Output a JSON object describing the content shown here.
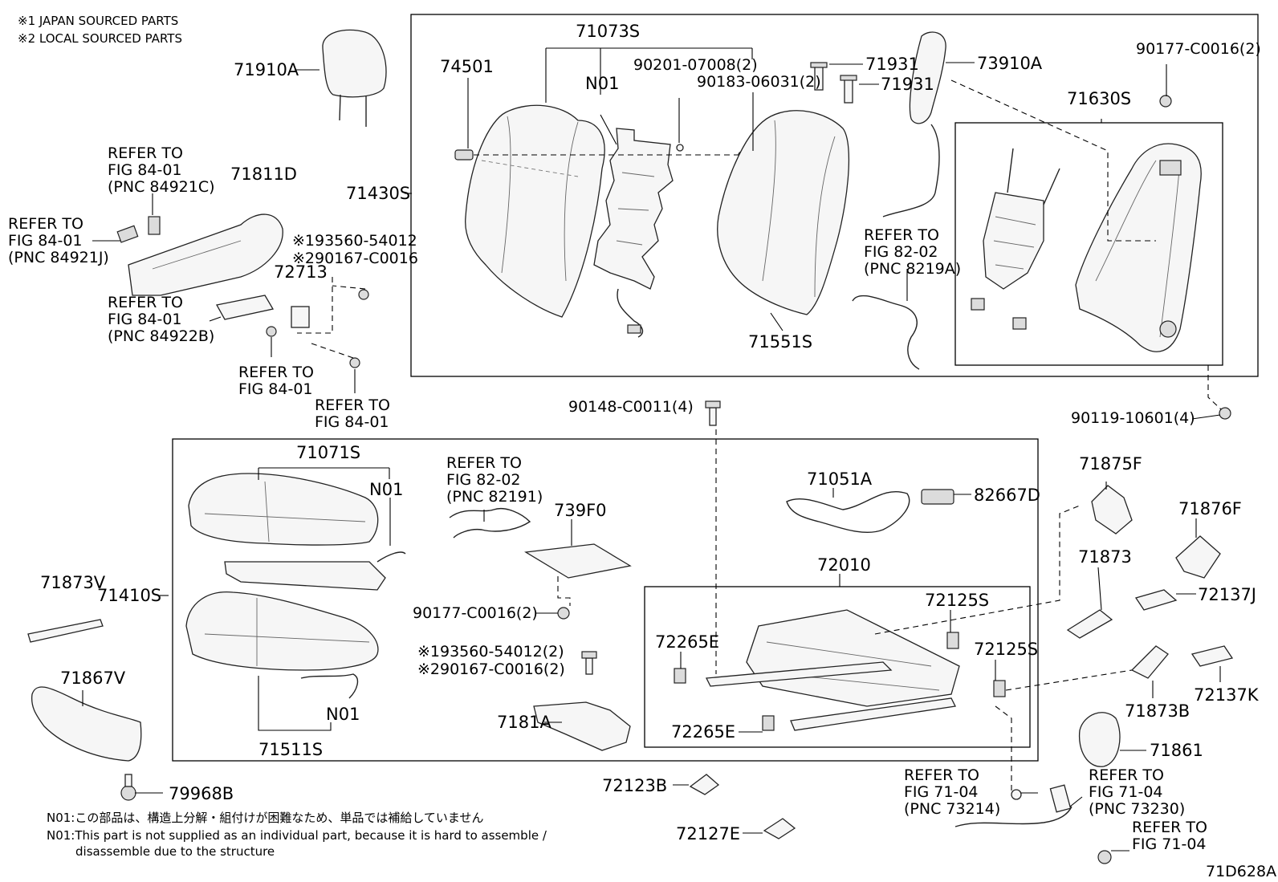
{
  "legend": {
    "line1": "※1 JAPAN SOURCED PARTS",
    "line2": "※2 LOCAL SOURCED PARTS"
  },
  "labels": {
    "p71910A": "71910A",
    "p71073S": "71073S",
    "p74501": "74501",
    "p90201": "90201-07008(2)",
    "pN01top": "N01",
    "p90183": "90183-06031(2)",
    "p71931a": "71931",
    "p71931b": "71931",
    "p73910A": "73910A",
    "p90177top": "90177-C0016(2)",
    "p71630S": "71630S",
    "p71811D": "71811D",
    "p71430S": "71430S",
    "p93560": "※193560-54012",
    "p290167": "※290167-C0016",
    "p72713": "72713",
    "p71551S": "71551S",
    "p90148": "90148-C0011(4)",
    "p90119": "90119-10601(4)",
    "p71071S": "71071S",
    "pN01seat": "N01",
    "p739F0": "739F0",
    "p71051A": "71051A",
    "p82667D": "82667D",
    "p71875F": "71875F",
    "p71876F": "71876F",
    "p71873V": "71873V",
    "p71410S": "71410S",
    "p72010": "72010",
    "p71873": "71873",
    "p72125Sa": "72125S",
    "p72137J": "72137J",
    "p90177mid": "90177-C0016(2)",
    "p72265Ea": "72265E",
    "p72125Sb": "72125S",
    "p71867V": "71867V",
    "p93560b": "※193560-54012(2)",
    "p290167b": "※290167-C0016(2)",
    "p71873B": "71873B",
    "p72137K": "72137K",
    "pN01bottom": "N01",
    "p7181A": "7181A",
    "p72265Eb": "72265E",
    "p71511S": "71511S",
    "p71861": "71861",
    "p79968B": "79968B",
    "p72123B": "72123B",
    "p72127E": "72127E",
    "pDiagramId": "71D628A"
  },
  "refers": {
    "r1": [
      "REFER TO",
      "FIG 84-01",
      "(PNC 84921C)"
    ],
    "r2": [
      "REFER TO",
      "FIG 84-01",
      "(PNC 84921J)"
    ],
    "r3": [
      "REFER TO",
      "FIG 84-01",
      "(PNC 84922B)"
    ],
    "r4": [
      "REFER TO",
      "FIG 84-01"
    ],
    "r5": [
      "REFER TO",
      "FIG 84-01"
    ],
    "r6": [
      "REFER TO",
      "FIG 82-02",
      "(PNC 8219A)"
    ],
    "r7": [
      "REFER TO",
      "FIG 82-02",
      "(PNC 82191)"
    ],
    "r8": [
      "REFER TO",
      "FIG 71-04",
      "(PNC 73214)"
    ],
    "r9": [
      "REFER TO",
      "FIG 71-04",
      "(PNC 73230)"
    ],
    "r10": [
      "REFER TO",
      "FIG 71-04"
    ]
  },
  "notes": {
    "jp": "N01:この部品は、構造上分解・組付けが困難なため、単品では補給していません",
    "en1": "N01:This part is not supplied as an individual part, because it is hard to assemble /",
    "en2": "disassemble due to the structure"
  }
}
